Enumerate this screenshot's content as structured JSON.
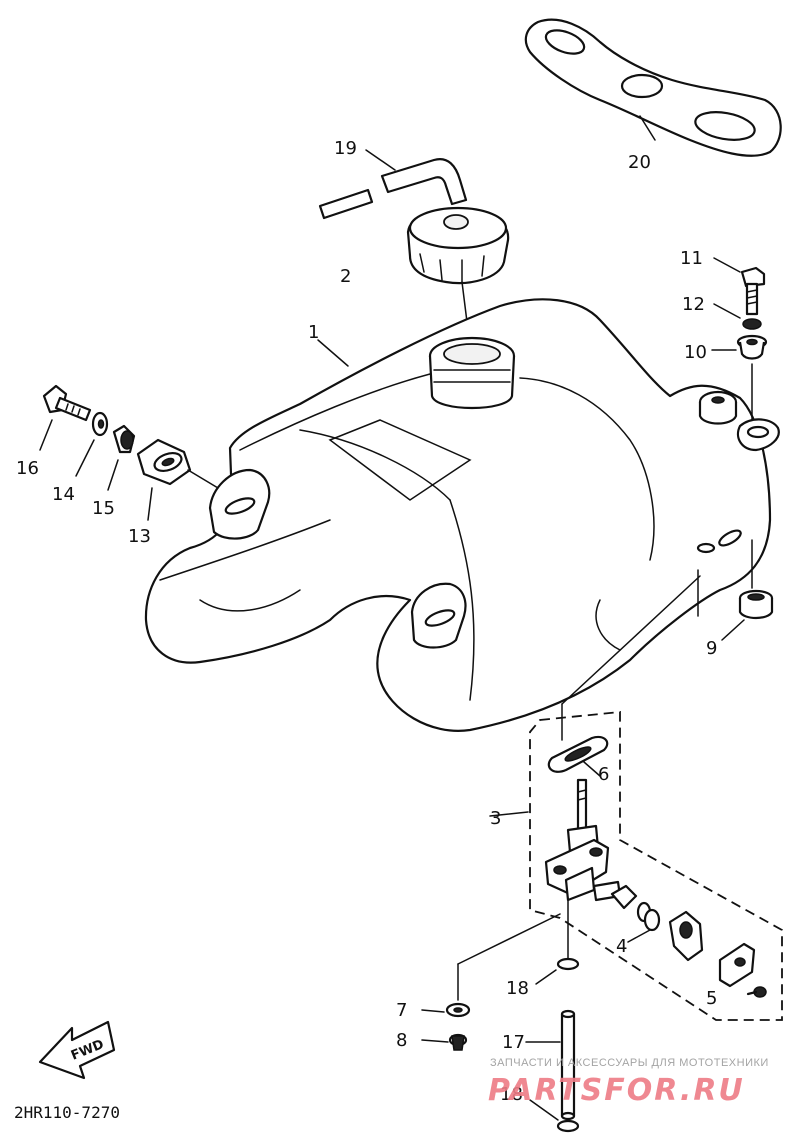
{
  "diagram": {
    "part_labels": {
      "p1": "1",
      "p2": "2",
      "p3": "3",
      "p4": "4",
      "p5": "5",
      "p6": "6",
      "p7": "7",
      "p8": "8",
      "p9": "9",
      "p10": "10",
      "p11": "11",
      "p12": "12",
      "p13": "13",
      "p14": "14",
      "p15": "15",
      "p16": "16",
      "p17": "17",
      "p18a": "18",
      "p18b": "18",
      "p19": "19",
      "p20": "20"
    },
    "fwd_label": "FWD",
    "drawing_code": "2HR110-7270"
  },
  "watermark": {
    "tagline": "ЗАПЧАСТИ И АКСЕССУАРЫ ДЛЯ МОТОТЕХНИКИ",
    "brand": "PARTSFOR.RU",
    "color": "#ee7c86"
  }
}
